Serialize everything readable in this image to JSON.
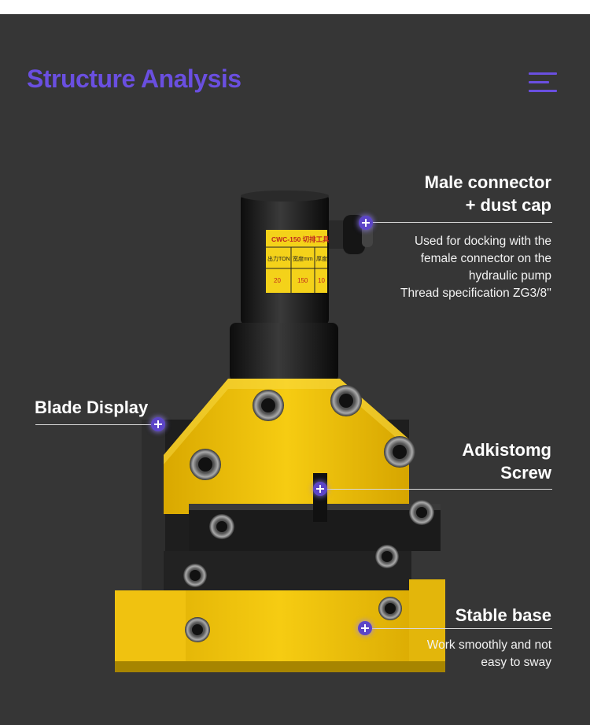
{
  "header": {
    "title": "Structure Analysis",
    "menu_icon": "menu-icon"
  },
  "label": {
    "model": "CWC-150 切排工具",
    "col1": "出力TON",
    "col2": "宽度mm",
    "col3": "厚度",
    "val1": "20",
    "val2": "150",
    "val3": "10"
  },
  "callouts": [
    {
      "id": "male-connector",
      "title_lines": [
        "Male connector",
        "+ dust cap"
      ],
      "desc_lines": [
        "Used for docking with the",
        "female connector on the",
        "hydraulic pump",
        "Thread specification ZG3/8''"
      ]
    },
    {
      "id": "blade-display",
      "title_lines": [
        "Blade Display"
      ],
      "desc_lines": []
    },
    {
      "id": "adjusting-screw",
      "title_lines": [
        "Adkistomg",
        "Screw"
      ],
      "desc_lines": []
    },
    {
      "id": "stable-base",
      "title_lines": [
        "Stable base"
      ],
      "desc_lines": [
        "Work smoothly and not",
        "easy to sway"
      ]
    }
  ],
  "colors": {
    "accent": "#6a4fe0",
    "background": "#363636",
    "machine_yellow": "#f2c40c"
  }
}
